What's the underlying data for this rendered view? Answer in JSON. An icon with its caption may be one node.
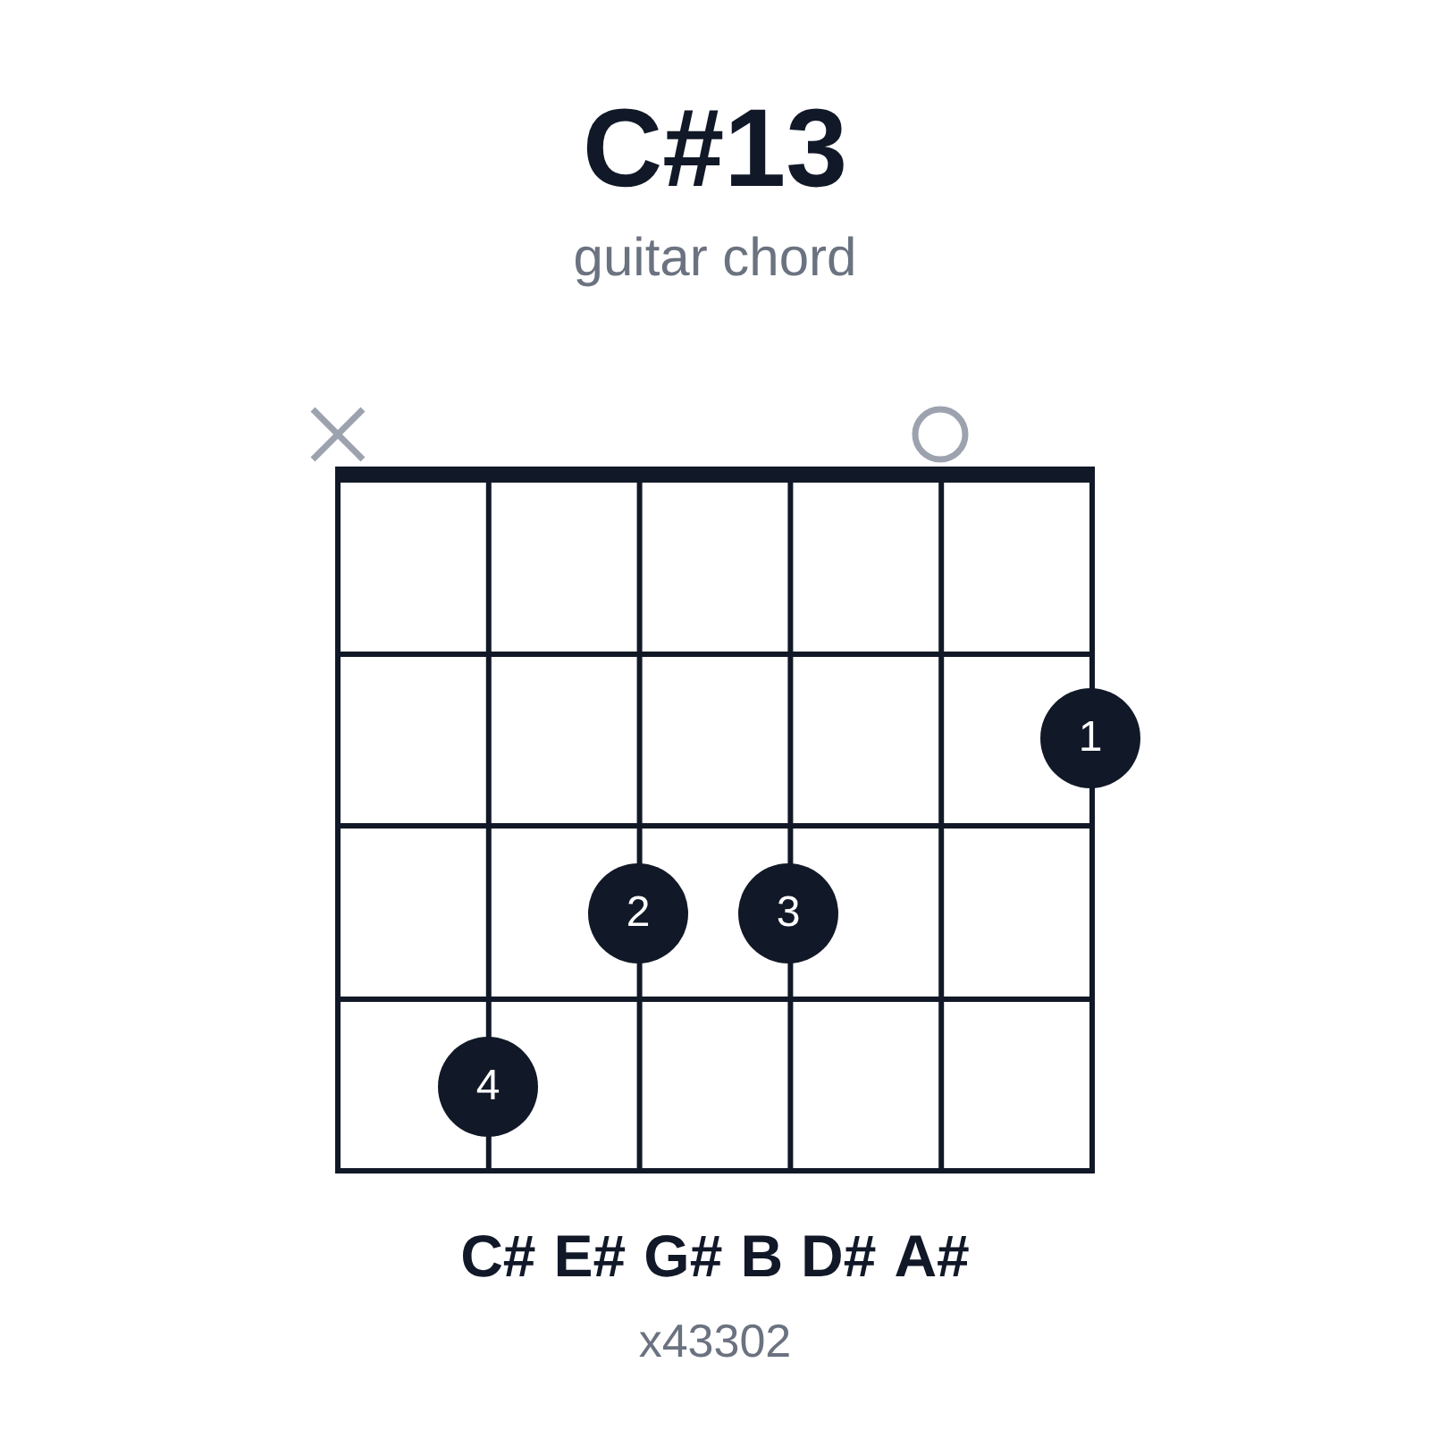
{
  "diagram": {
    "title": "C#13",
    "nodes": [
      {
        "text": [
          "1"
        ]
      },
      {
        "text": [
          "2"
        ]
      },
      {
        "text": [
          "3"
        ]
      },
      {
        "text": [
          "4"
        ]
      }
    ],
    "labels": [
      "guitar chord",
      "C#",
      "E#",
      "G#",
      "B",
      "D#",
      "A#",
      "x43302"
    ]
  }
}
